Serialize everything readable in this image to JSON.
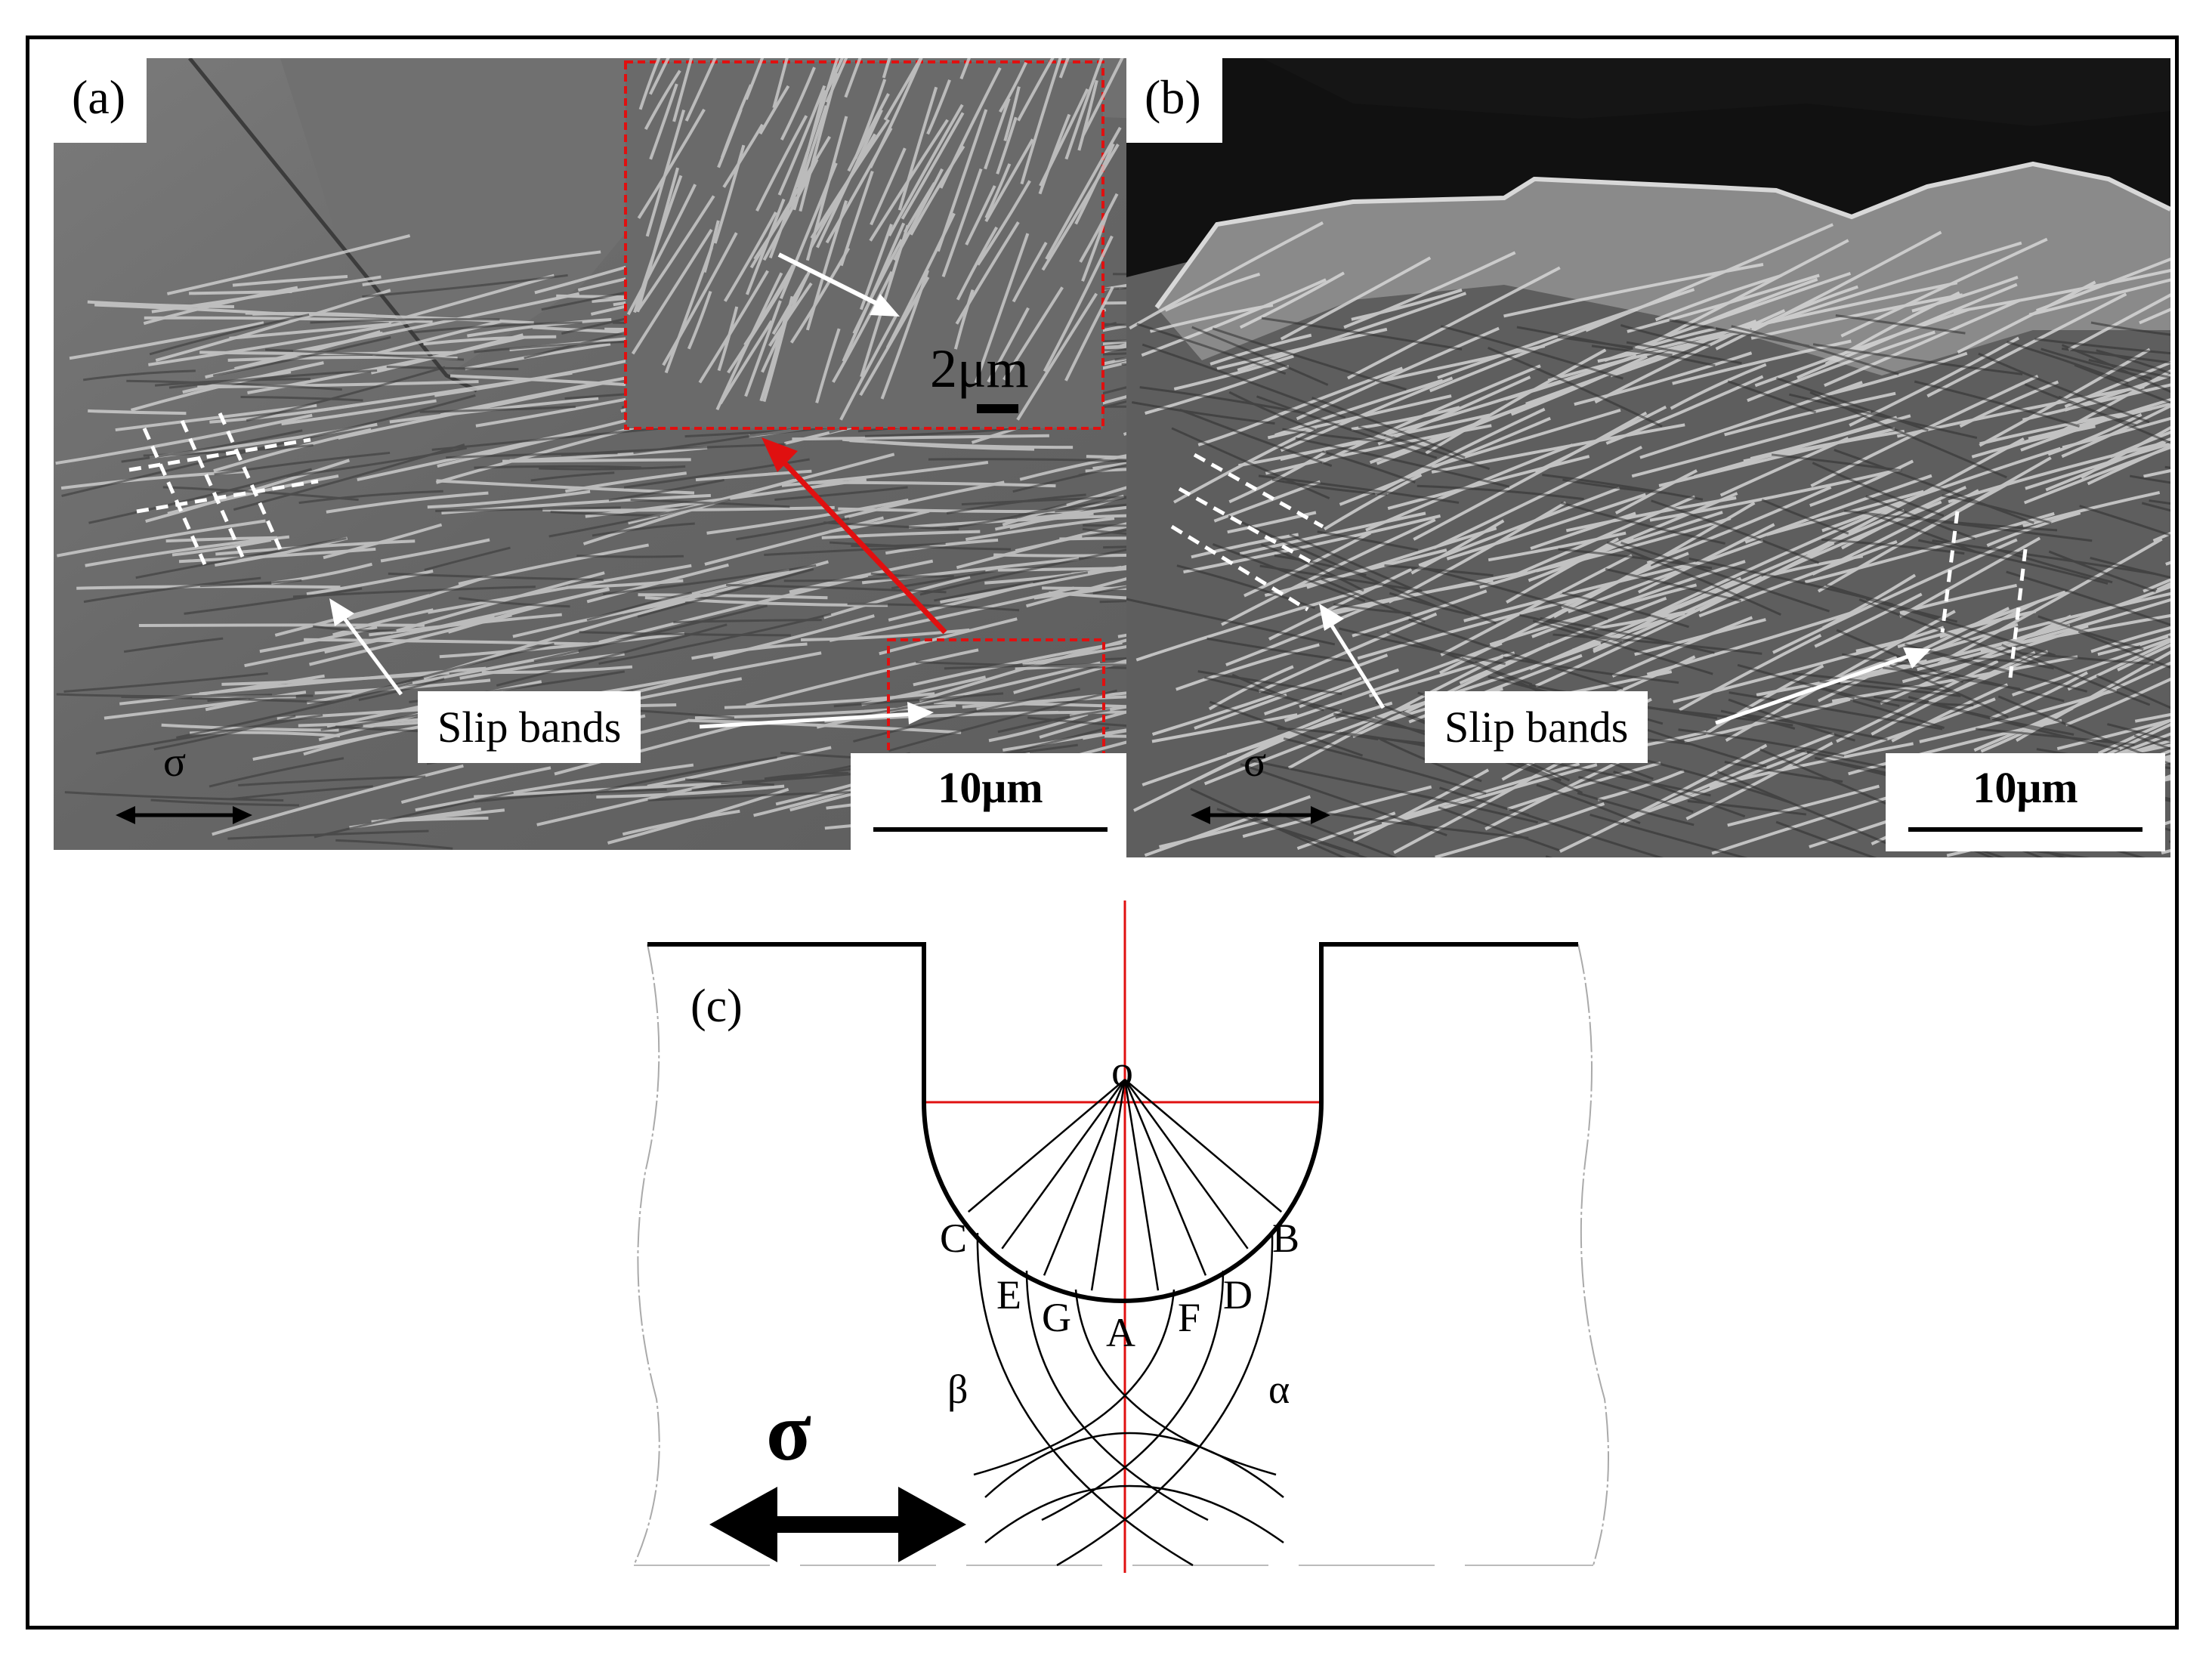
{
  "panel_a": {
    "label": "(a)",
    "callout": "Slip bands",
    "sigma": "σ",
    "scale_bar": "10μm",
    "inset_scale_bar": "2μm"
  },
  "panel_b": {
    "label": "(b)",
    "callout": "Slip bands",
    "sigma": "σ",
    "scale_bar": "10μm"
  },
  "panel_c": {
    "label": "(c)",
    "center_label": "o",
    "points": [
      "C",
      "E",
      "G",
      "A",
      "F",
      "D",
      "B"
    ],
    "alpha": "α",
    "beta": "β",
    "sigma": "σ"
  },
  "colors": {
    "annotation_red": "#e01010",
    "frame": "#000000",
    "sem_gray": "#6d6d6d"
  }
}
